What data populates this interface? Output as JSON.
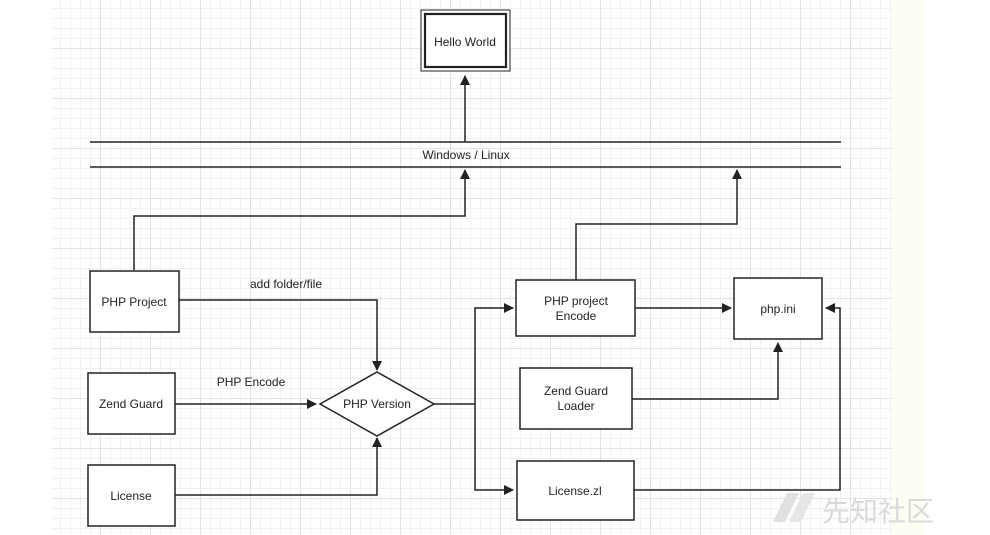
{
  "diagram": {
    "nodes": {
      "hello": "Hello World",
      "platform": "Windows / Linux",
      "php_project": "PHP Project",
      "zend_guard": "Zend Guard",
      "license": "License",
      "php_version": "PHP Version",
      "php_project_encode": [
        "PHP project",
        "Encode"
      ],
      "zend_guard_loader": [
        "Zend Guard",
        "Loader"
      ],
      "license_zl": "License.zl",
      "php_ini": "php.ini"
    },
    "edge_labels": {
      "add_folder": "add folder/file",
      "php_encode": "PHP Encode"
    }
  },
  "watermark": "先知社区"
}
